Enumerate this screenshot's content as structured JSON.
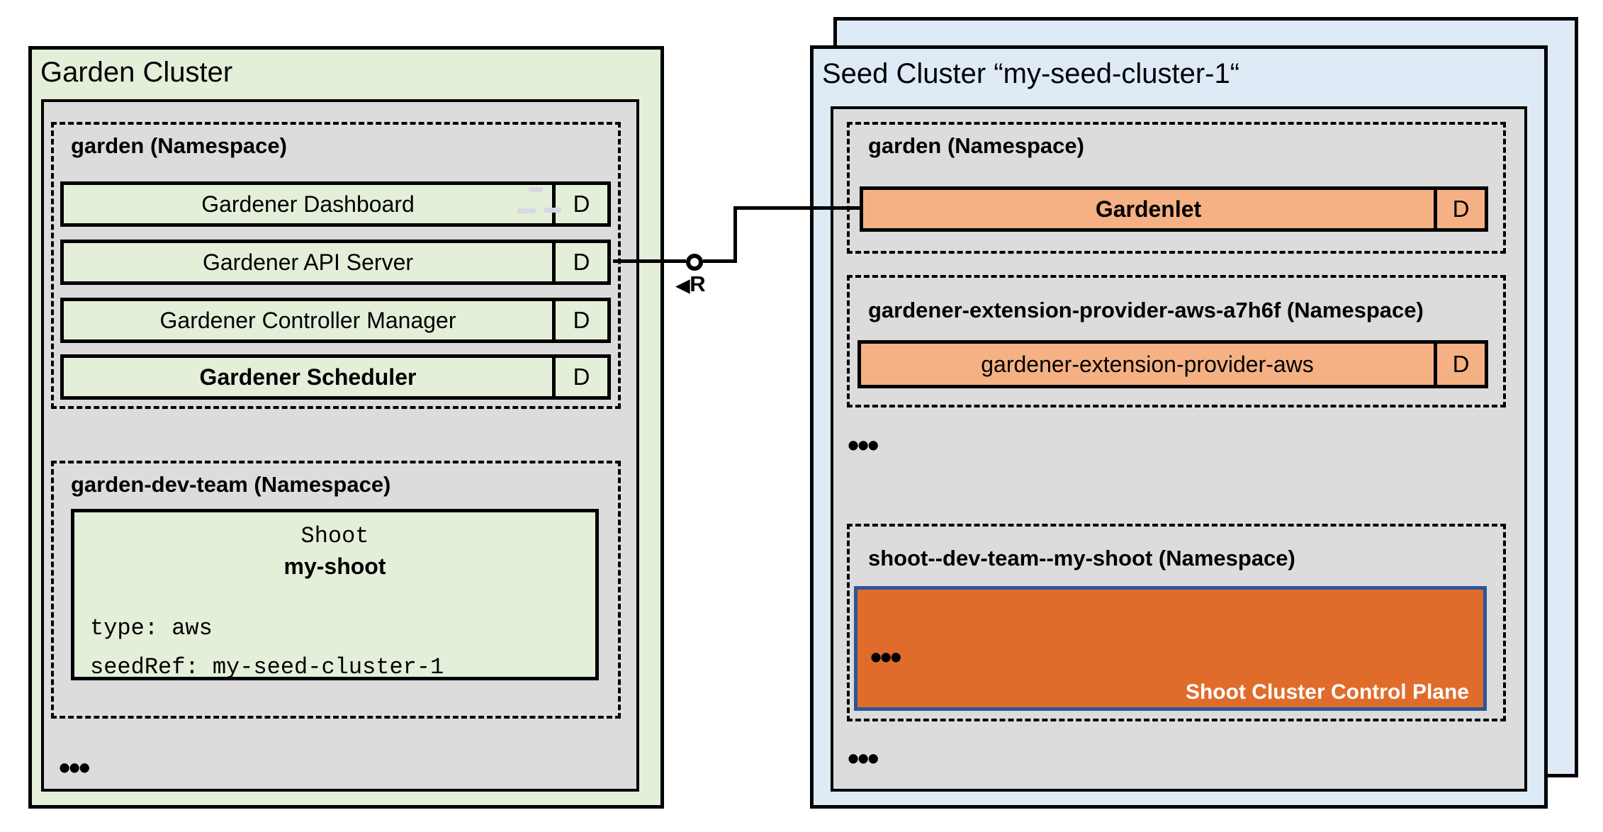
{
  "garden_cluster": {
    "title": "Garden Cluster",
    "ellipsis": "•••",
    "garden_namespace": {
      "label": "garden (Namespace)",
      "rows": [
        {
          "name": "Gardener Dashboard",
          "badge": "D"
        },
        {
          "name": "Gardener API Server",
          "badge": "D"
        },
        {
          "name": "Gardener Controller Manager",
          "badge": "D"
        },
        {
          "name": "Gardener Scheduler",
          "badge": "D"
        }
      ]
    },
    "dev_namespace": {
      "label": "garden-dev-team (Namespace)",
      "shoot": {
        "kind": "Shoot",
        "name": "my-shoot",
        "spec": [
          "type: aws",
          "seedRef: my-seed-cluster-1"
        ]
      }
    }
  },
  "connector": {
    "arrow": "◀",
    "label": "R"
  },
  "seed_cluster": {
    "title": "Seed Cluster “my-seed-cluster-1“",
    "ellipsis_middle": "•••",
    "ellipsis_bottom": "•••",
    "garden_namespace": {
      "label": "garden (Namespace)",
      "row": {
        "name": "Gardenlet",
        "badge": "D"
      }
    },
    "extension_namespace": {
      "label": "gardener-extension-provider-aws-a7h6f (Namespace)",
      "row": {
        "name": "gardener-extension-provider-aws",
        "badge": "D"
      }
    },
    "shoot_namespace": {
      "label": "shoot--dev-team--my-shoot (Namespace)",
      "control_plane": {
        "ellipsis": "•••",
        "label": "Shoot Cluster Control Plane"
      }
    }
  },
  "colors": {
    "garden_bg": "#E3EFD9",
    "panel_gray": "#DCDCDC",
    "seed_bg": "#DEEBF7",
    "component_orange": "#F5B183",
    "control_plane_orange": "#E06C2B",
    "control_plane_border": "#2F5597",
    "line_black": "#000000"
  }
}
